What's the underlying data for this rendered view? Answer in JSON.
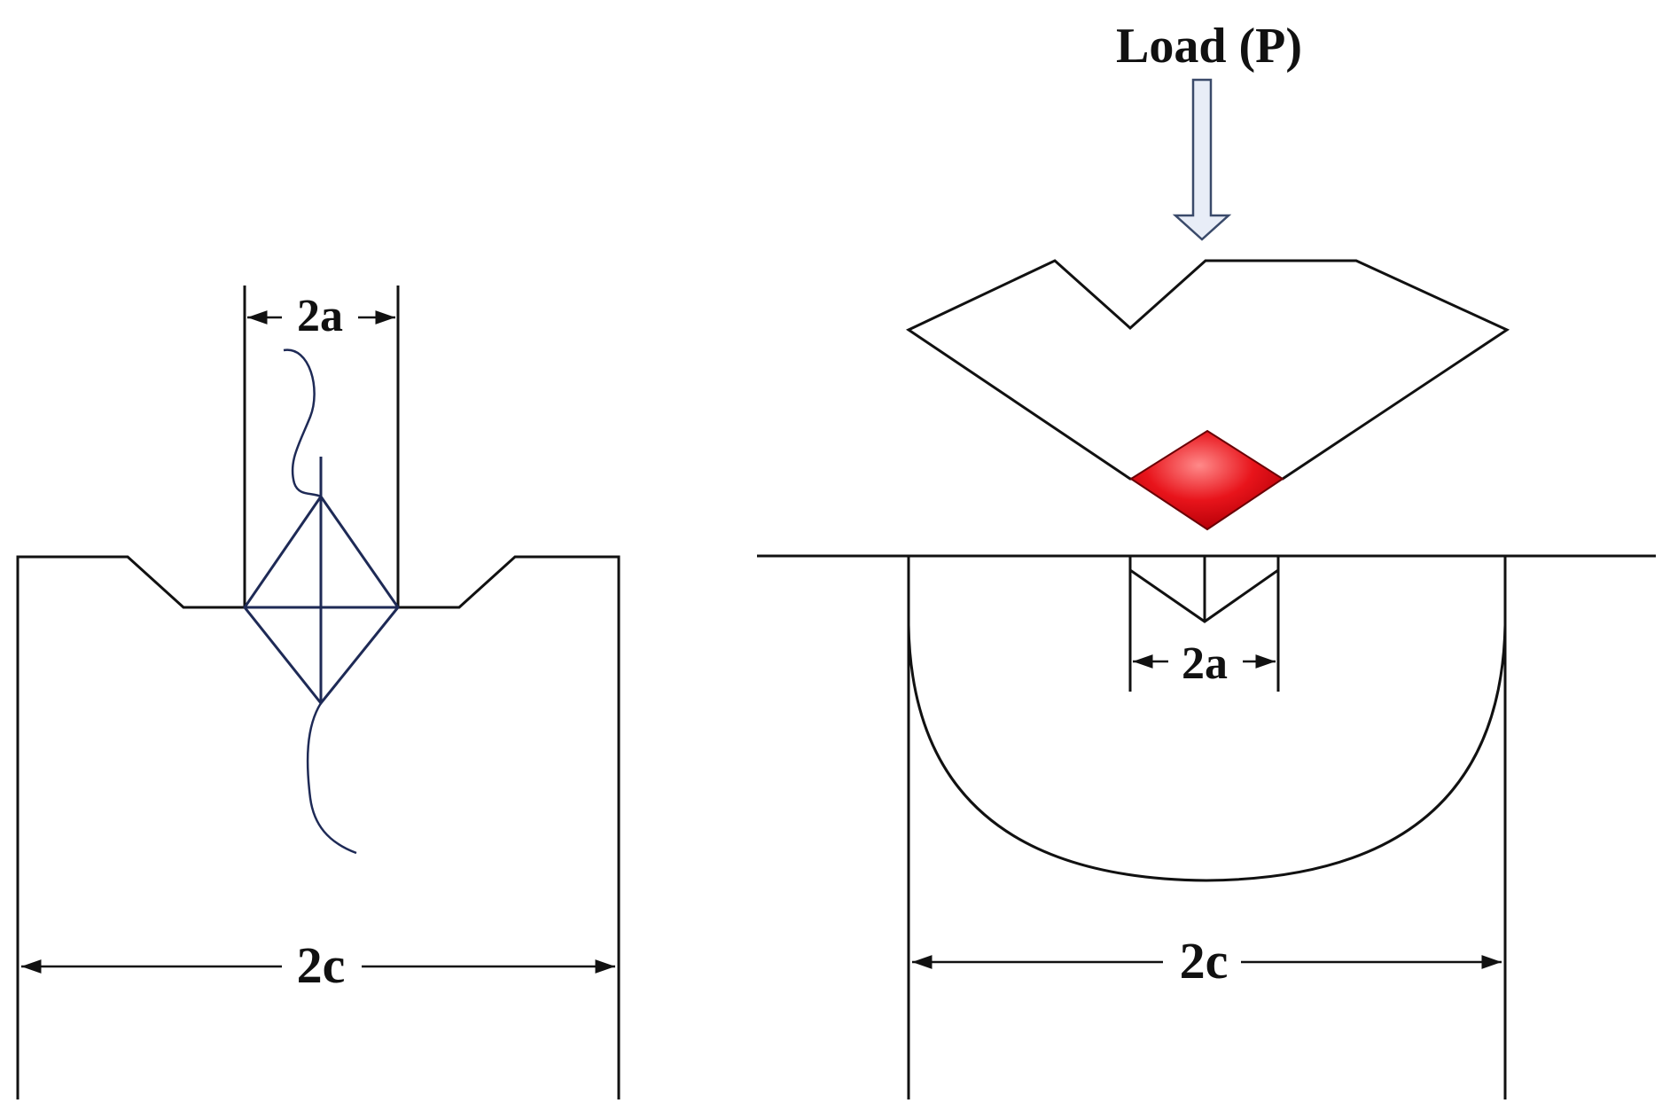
{
  "load_label": "Load (P)",
  "left_panel": {
    "indent_width_label": "2a",
    "crack_length_label": "2c"
  },
  "right_panel": {
    "indent_width_label": "2a",
    "crack_length_label": "2c"
  },
  "colors": {
    "line": "#111111",
    "indent_outline": "#1e2a56",
    "arrow_fill": "#e8edf7",
    "arrow_stroke": "#3a4a6a",
    "diamond_fill": "#e8141b",
    "diamond_highlight": "#ff7a7a"
  }
}
